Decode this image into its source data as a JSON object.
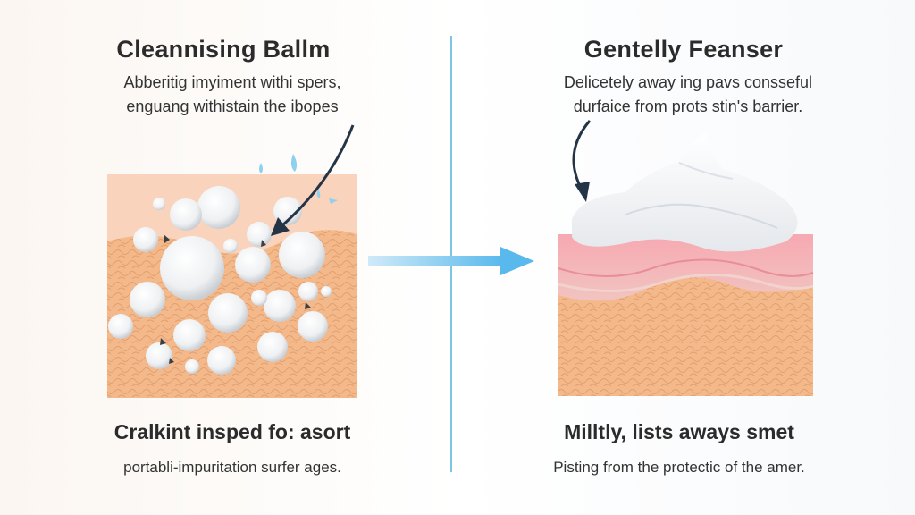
{
  "left_panel": {
    "title": "Cleannising Ballm",
    "subtitle_line1": "Abberitig imyiment withi spers,",
    "subtitle_line2": "enguang withistain the ibopes",
    "bottom_title": "Cralkint insped fo: asort",
    "bottom_subtitle": "portabli-impuritation surfer ages."
  },
  "right_panel": {
    "title": "Gentelly Feanser",
    "subtitle_line1": "Delicetely away ing pavs consseful",
    "subtitle_line2": "durfaice from prots stin's barrier.",
    "bottom_title": "Milltly, lists aways smet",
    "bottom_subtitle": "Pisting from the protectic of the amer."
  },
  "colors": {
    "skin_orange": "#f3b98b",
    "skin_pink": "#f4a8ae",
    "divider_blue": "#7cc6e3",
    "arrow_blue": "#6ec3ee",
    "pointer_dark": "#243447"
  }
}
